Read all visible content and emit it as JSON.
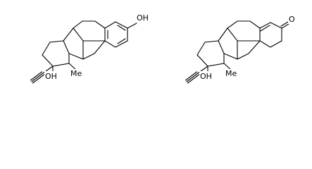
{
  "molecules": [
    {
      "labels": {
        "hydroxyl_ring": "OH",
        "hydroxyl_d": "OH",
        "methyl": "Me"
      }
    },
    {
      "labels": {
        "ketone": "O",
        "hydroxyl_d": "OH",
        "methyl": "Me"
      }
    }
  ]
}
